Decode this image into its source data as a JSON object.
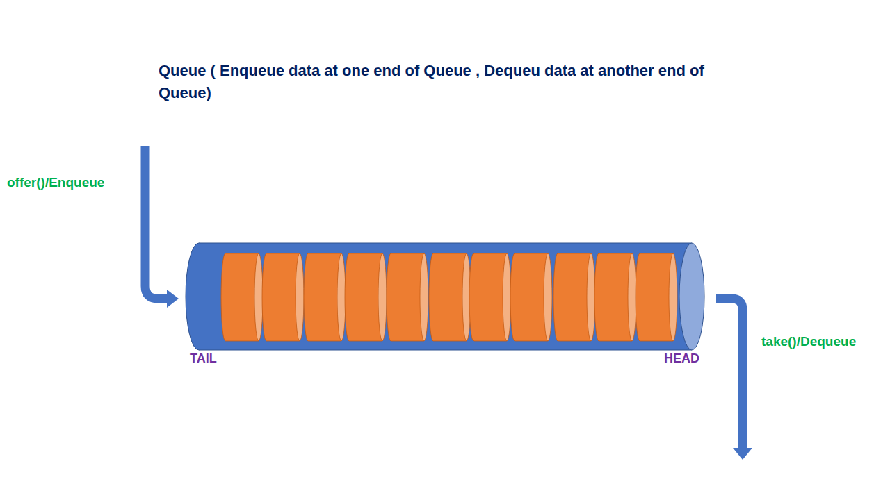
{
  "diagram": {
    "title": "Queue ( Enqueue data at one end of Queue , Dequeu data at another end of Queue)",
    "labels": [
      "offer()/Enqueue",
      "TAIL",
      "HEAD",
      "take()/Dequeue"
    ]
  }
}
